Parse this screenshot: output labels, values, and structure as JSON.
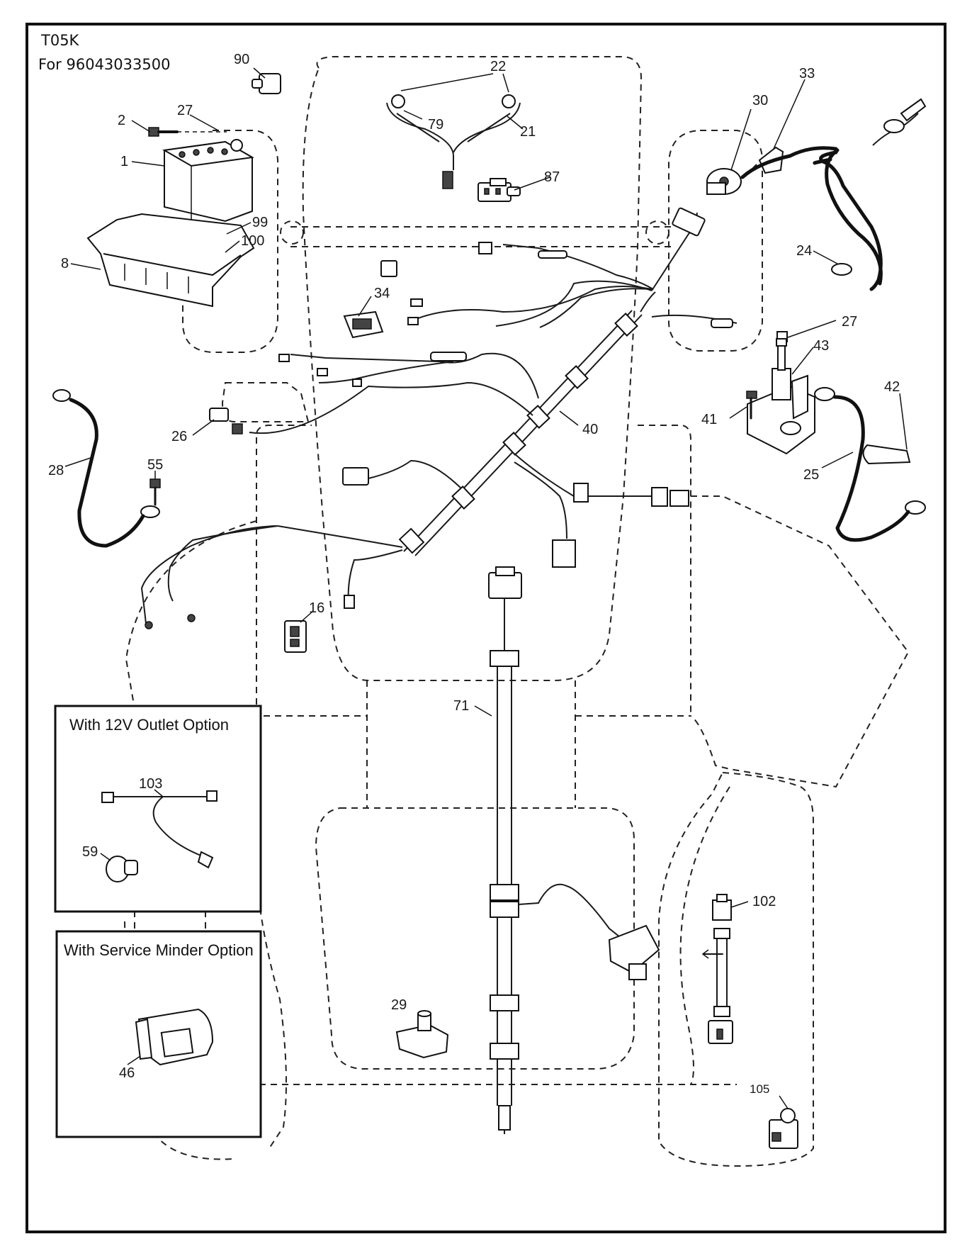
{
  "header": {
    "model": "T05K",
    "for_line": "For 96043033500"
  },
  "callouts": {
    "c90": "90",
    "c22": "22",
    "c33": "33",
    "c2": "2",
    "c27a": "27",
    "c79": "79",
    "c30": "30",
    "c21": "21",
    "c1": "1",
    "c87": "87",
    "c99": "99",
    "c100": "100",
    "c8": "8",
    "c24": "24",
    "c34": "34",
    "c27b": "27",
    "c43": "43",
    "c42": "42",
    "c41": "41",
    "c40": "40",
    "c26": "26",
    "c25": "25",
    "c28": "28",
    "c55": "55",
    "c16": "16",
    "c71": "71",
    "c103": "103",
    "c59": "59",
    "c102": "102",
    "c29": "29",
    "c46": "46",
    "c105": "105"
  },
  "insets": {
    "outlet_title": "With 12V Outlet Option",
    "minder_title": "With Service Minder Option"
  }
}
